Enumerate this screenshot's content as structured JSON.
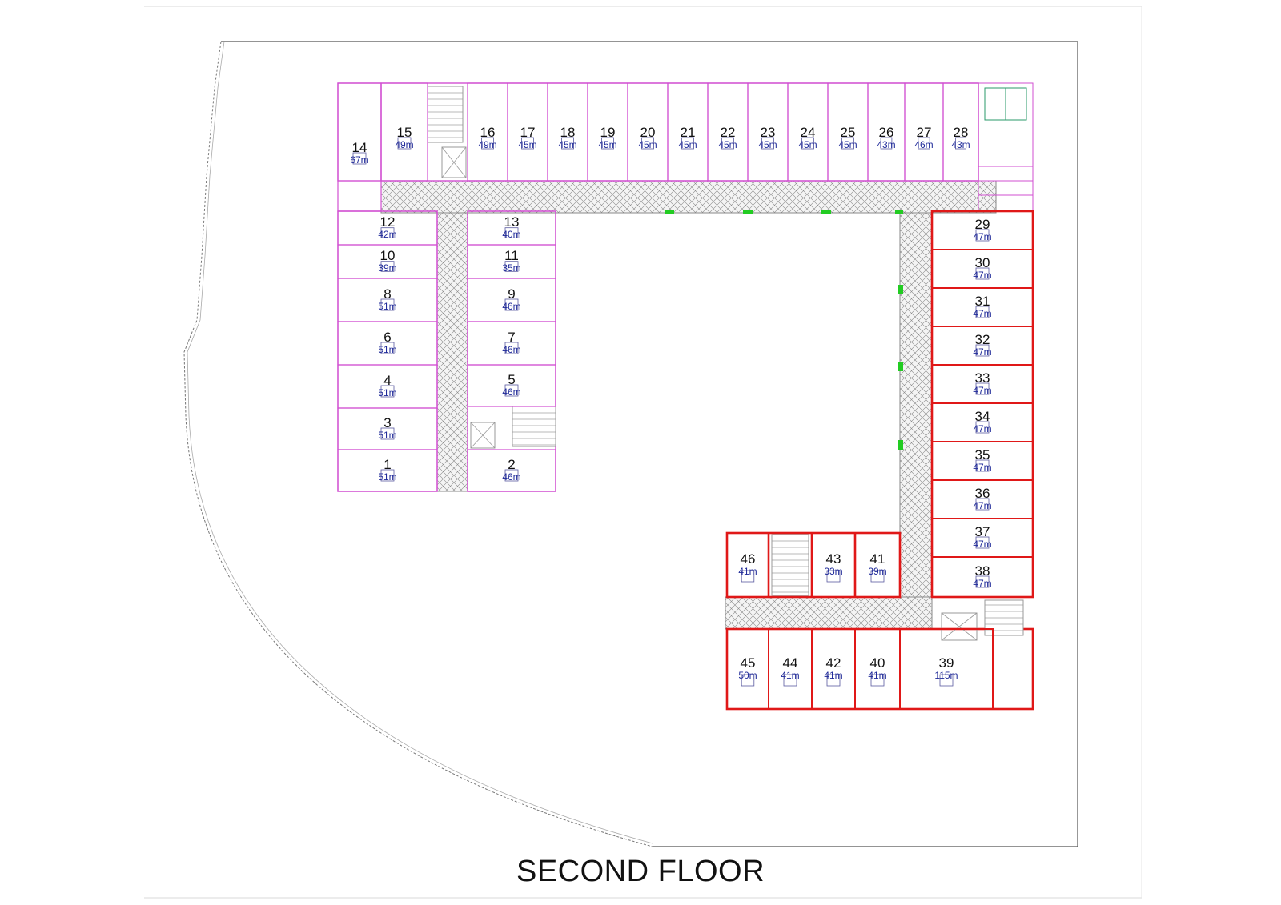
{
  "title": "SECOND FLOOR",
  "colors": {
    "wing_pink": "#d24fd2",
    "wing_red": "#e01818",
    "corridor_hatch": "#8a8a8a",
    "window_green": "#22cc22",
    "room_number": "#111111",
    "room_area": "#1f2a99"
  },
  "rooms": [
    {
      "no": "1",
      "area": "51m",
      "wing": "pink"
    },
    {
      "no": "2",
      "area": "46m",
      "wing": "pink"
    },
    {
      "no": "3",
      "area": "51m",
      "wing": "pink"
    },
    {
      "no": "4",
      "area": "51m",
      "wing": "pink"
    },
    {
      "no": "5",
      "area": "46m",
      "wing": "pink"
    },
    {
      "no": "6",
      "area": "51m",
      "wing": "pink"
    },
    {
      "no": "7",
      "area": "46m",
      "wing": "pink"
    },
    {
      "no": "8",
      "area": "51m",
      "wing": "pink"
    },
    {
      "no": "9",
      "area": "46m",
      "wing": "pink"
    },
    {
      "no": "10",
      "area": "39m",
      "wing": "pink"
    },
    {
      "no": "11",
      "area": "35m",
      "wing": "pink"
    },
    {
      "no": "12",
      "area": "42m",
      "wing": "pink"
    },
    {
      "no": "13",
      "area": "40m",
      "wing": "pink"
    },
    {
      "no": "14",
      "area": "67m",
      "wing": "pink"
    },
    {
      "no": "15",
      "area": "49m",
      "wing": "pink"
    },
    {
      "no": "16",
      "area": "49m",
      "wing": "pink"
    },
    {
      "no": "17",
      "area": "45m",
      "wing": "pink"
    },
    {
      "no": "18",
      "area": "45m",
      "wing": "pink"
    },
    {
      "no": "19",
      "area": "45m",
      "wing": "pink"
    },
    {
      "no": "20",
      "area": "45m",
      "wing": "pink"
    },
    {
      "no": "21",
      "area": "45m",
      "wing": "pink"
    },
    {
      "no": "22",
      "area": "45m",
      "wing": "pink"
    },
    {
      "no": "23",
      "area": "45m",
      "wing": "pink"
    },
    {
      "no": "24",
      "area": "45m",
      "wing": "pink"
    },
    {
      "no": "25",
      "area": "45m",
      "wing": "pink"
    },
    {
      "no": "26",
      "area": "43m",
      "wing": "pink"
    },
    {
      "no": "27",
      "area": "46m",
      "wing": "pink"
    },
    {
      "no": "28",
      "area": "43m",
      "wing": "pink"
    },
    {
      "no": "29",
      "area": "47m",
      "wing": "red"
    },
    {
      "no": "30",
      "area": "47m",
      "wing": "red"
    },
    {
      "no": "31",
      "area": "47m",
      "wing": "red"
    },
    {
      "no": "32",
      "area": "47m",
      "wing": "red"
    },
    {
      "no": "33",
      "area": "47m",
      "wing": "red"
    },
    {
      "no": "34",
      "area": "47m",
      "wing": "red"
    },
    {
      "no": "35",
      "area": "47m",
      "wing": "red"
    },
    {
      "no": "36",
      "area": "47m",
      "wing": "red"
    },
    {
      "no": "37",
      "area": "47m",
      "wing": "red"
    },
    {
      "no": "38",
      "area": "47m",
      "wing": "red"
    },
    {
      "no": "39",
      "area": "115m",
      "wing": "red"
    },
    {
      "no": "40",
      "area": "41m",
      "wing": "red"
    },
    {
      "no": "41",
      "area": "39m",
      "wing": "red"
    },
    {
      "no": "42",
      "area": "41m",
      "wing": "red"
    },
    {
      "no": "43",
      "area": "33m",
      "wing": "red"
    },
    {
      "no": "44",
      "area": "41m",
      "wing": "red"
    },
    {
      "no": "45",
      "area": "50m",
      "wing": "red"
    },
    {
      "no": "46",
      "area": "41m",
      "wing": "red"
    }
  ]
}
